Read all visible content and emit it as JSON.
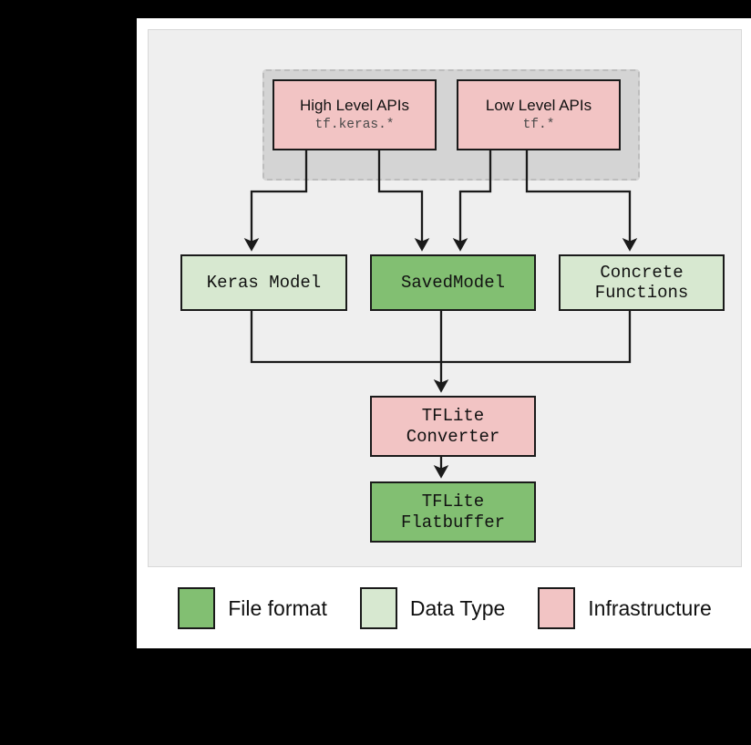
{
  "diagram": {
    "type": "flowchart",
    "panel_background": "#efefef",
    "card_background": "#ffffff",
    "page_background": "#000000",
    "group": {
      "name": "api-layer-group",
      "fill": "#d4d4d4",
      "border_style": "dashed",
      "border_color": "#bdbdbd"
    },
    "nodes": [
      {
        "id": "high-level-apis",
        "title": "High Level APIs",
        "subtitle": "tf.keras.*",
        "category": "Infrastructure",
        "fill": "#f2c4c4"
      },
      {
        "id": "low-level-apis",
        "title": "Low Level APIs",
        "subtitle": "tf.*",
        "category": "Infrastructure",
        "fill": "#f2c4c4"
      },
      {
        "id": "keras-model",
        "title": "Keras Model",
        "category": "Data Type",
        "fill": "#d7e8d0"
      },
      {
        "id": "savedmodel",
        "title": "SavedModel",
        "category": "File format",
        "fill": "#82bf72"
      },
      {
        "id": "concrete-functions",
        "title": "Concrete\nFunctions",
        "category": "Data Type",
        "fill": "#d7e8d0"
      },
      {
        "id": "tflite-converter",
        "title": "TFLite\nConverter",
        "category": "Infrastructure",
        "fill": "#f2c4c4"
      },
      {
        "id": "tflite-flatbuffer",
        "title": "TFLite\nFlatbuffer",
        "category": "File format",
        "fill": "#82bf72"
      }
    ],
    "edges": [
      {
        "from": "high-level-apis",
        "to": "keras-model"
      },
      {
        "from": "high-level-apis",
        "to": "savedmodel"
      },
      {
        "from": "low-level-apis",
        "to": "savedmodel"
      },
      {
        "from": "low-level-apis",
        "to": "concrete-functions"
      },
      {
        "from": "keras-model",
        "to": "tflite-converter"
      },
      {
        "from": "savedmodel",
        "to": "tflite-converter"
      },
      {
        "from": "concrete-functions",
        "to": "tflite-converter"
      },
      {
        "from": "tflite-converter",
        "to": "tflite-flatbuffer"
      }
    ]
  },
  "legend": {
    "items": [
      {
        "label": "File format",
        "color": "#82bf72"
      },
      {
        "label": "Data Type",
        "color": "#d7e8d0"
      },
      {
        "label": "Infrastructure",
        "color": "#f2c4c4"
      }
    ]
  }
}
